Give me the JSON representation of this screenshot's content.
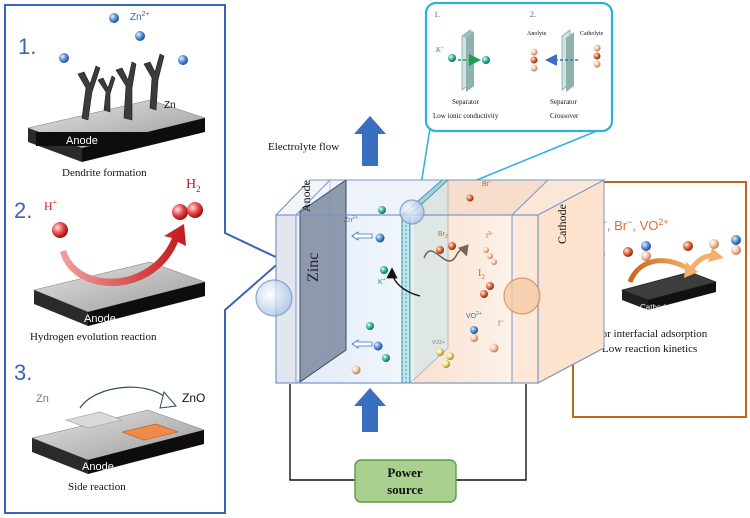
{
  "left_panel": {
    "step1": {
      "number": "1.",
      "ion": "Zn",
      "ion_sup": "2+",
      "metal": "Zn",
      "base": "Anode",
      "caption": "Dendrite formation"
    },
    "step2": {
      "number": "2.",
      "ion": "H",
      "ion_sup": "+",
      "gas": "H",
      "gas_sub": "2",
      "base": "Anode",
      "caption": "Hydrogen evolution reaction"
    },
    "step3": {
      "number": "3.",
      "left_label": "Zn",
      "right_label": "ZnO",
      "base": "Anode",
      "caption": "Side reaction"
    }
  },
  "top_panel": {
    "item1": {
      "number": "1.",
      "ion": "K",
      "ion_sup": "+",
      "label": "Separator",
      "caption": "Low ionic conductivity"
    },
    "item2": {
      "number": "2.",
      "left_label": "Anolyte",
      "right_label": "Catholyte",
      "label": "Separator",
      "caption": "Crossover"
    }
  },
  "right_panel": {
    "ions": {
      "i": "I",
      "i_sup": "−",
      "br": "Br",
      "br_sup": "−",
      "vo": "VO",
      "vo_sup": "2+"
    },
    "base": "Cathode",
    "caption_line1": "Poor interfacial adsorption",
    "caption_line2": "Low reaction kinetics"
  },
  "cell": {
    "electrolyte_flow": "Electrolyte flow",
    "anode": "Anode",
    "cathode": "Cathode",
    "zinc": "Zinc",
    "zn_ion": "Zn",
    "zn_ion_sup": "2+",
    "k_ion": "K",
    "k_ion_sup": "+",
    "br_ion": "Br",
    "br_ion_sup": "−",
    "br2": "Br",
    "br2_sub": "2",
    "i3": "I",
    "i3_sup": "3−",
    "i2": "I",
    "i2_sub": "2",
    "vo_ion": "VO",
    "vo_ion_sup": "2+",
    "i_ion": "I",
    "i_ion_sup": "−",
    "vo2_label": "VO2+"
  },
  "power_source": {
    "line1": "Power",
    "line2": "source"
  },
  "colors": {
    "panel_border_left": "#3b63b8",
    "panel_border_top": "#2bb0e0",
    "panel_border_right": "#c0651e",
    "arrow_blue": "#3a6fc0",
    "power_fill": "#a9d08e",
    "power_border": "#5d9a4a"
  }
}
